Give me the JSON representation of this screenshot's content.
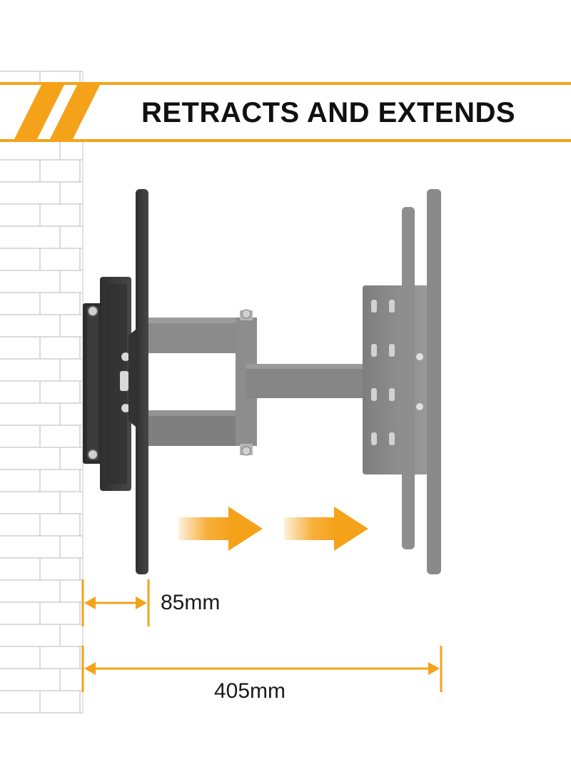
{
  "banner": {
    "title": "RETRACTS AND EXTENDS"
  },
  "dimensions": {
    "retracted_label": "85mm",
    "extended_label": "405mm"
  },
  "colors": {
    "accent": "#F5A21B",
    "wall_fill": "#FFFFFF",
    "brick_line": "#CFCFCF",
    "mount_dark": "#3A3A3A",
    "mount_grey": "#8A8A8A"
  }
}
